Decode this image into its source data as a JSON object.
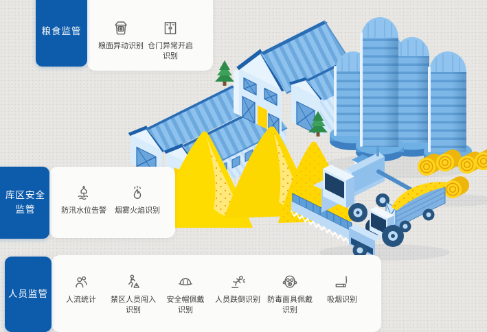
{
  "page": {
    "background": "#e8e7e4"
  },
  "colors": {
    "accent": "#0d5bab",
    "card_background": "#fbfbfa",
    "label_text": "#3d3d3d",
    "icon_stroke": "#636363",
    "illustration_blue": "#7cb7e8",
    "grain_yellow": "#ffdc00"
  },
  "sections": [
    {
      "id": "grain-monitoring",
      "tab": "粮食监管",
      "items": [
        {
          "icon": "grain-bin-icon",
          "label": "粮面异动识别"
        },
        {
          "icon": "warehouse-door-icon",
          "label": "仓门异常开启\n识别"
        }
      ]
    },
    {
      "id": "depot-safety-monitoring",
      "tab": "库区安全\n监管",
      "items": [
        {
          "icon": "flood-water-level-icon",
          "label": "防汛水位告警"
        },
        {
          "icon": "smoke-flame-icon",
          "label": "烟雾火焰识别"
        }
      ]
    },
    {
      "id": "personnel-monitoring",
      "tab": "人员监管",
      "items": [
        {
          "icon": "people-flow-icon",
          "label": "人流统计"
        },
        {
          "icon": "restricted-area-intrusion-icon",
          "label": "禁区人员闯入\n识别"
        },
        {
          "icon": "safety-helmet-icon",
          "label": "安全帽佩戴\n识别"
        },
        {
          "icon": "person-fall-icon",
          "label": "人员跌倒识别"
        },
        {
          "icon": "gas-mask-icon",
          "label": "防毒面具佩戴\n识别"
        },
        {
          "icon": "smoking-icon",
          "label": "吸烟识别"
        }
      ]
    }
  ],
  "illustration": {
    "scene": "grain-depot-isometric",
    "elements": [
      "warehouse",
      "barn",
      "grain-silos",
      "grain-piles",
      "combine-harvester",
      "tractor",
      "grain-trailer",
      "hay-bales",
      "pine-trees"
    ]
  }
}
